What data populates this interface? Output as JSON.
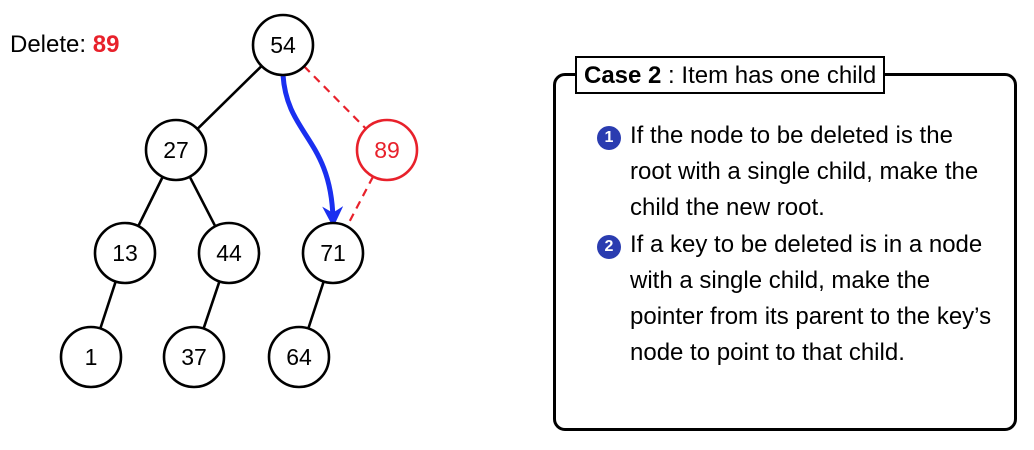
{
  "delete_label": "Delete:",
  "delete_value": "89",
  "tree": {
    "nodes": [
      {
        "id": "n54",
        "label": "54",
        "state": "normal"
      },
      {
        "id": "n27",
        "label": "27",
        "state": "normal"
      },
      {
        "id": "n89",
        "label": "89",
        "state": "deleted"
      },
      {
        "id": "n13",
        "label": "13",
        "state": "normal"
      },
      {
        "id": "n44",
        "label": "44",
        "state": "normal"
      },
      {
        "id": "n71",
        "label": "71",
        "state": "normal"
      },
      {
        "id": "n1",
        "label": "1",
        "state": "normal"
      },
      {
        "id": "n37",
        "label": "37",
        "state": "normal"
      },
      {
        "id": "n64",
        "label": "64",
        "state": "normal"
      }
    ],
    "edges": [
      {
        "from": "n54",
        "to": "n27",
        "style": "solid"
      },
      {
        "from": "n27",
        "to": "n13",
        "style": "solid"
      },
      {
        "from": "n27",
        "to": "n44",
        "style": "solid"
      },
      {
        "from": "n13",
        "to": "n1",
        "style": "solid"
      },
      {
        "from": "n44",
        "to": "n37",
        "style": "solid"
      },
      {
        "from": "n71",
        "to": "n64",
        "style": "solid"
      },
      {
        "from": "n54",
        "to": "n89",
        "style": "dashed"
      },
      {
        "from": "n89",
        "to": "n71",
        "style": "dashed"
      }
    ],
    "relink": {
      "from": "n54",
      "to": "n71"
    }
  },
  "colors": {
    "deleted": "#e8212b",
    "relink_arrow": "#1a2ff0",
    "bullet": "#2a3cb0"
  },
  "case": {
    "title_bold": "Case 2",
    "title_rest": " : Item has one child",
    "rules": [
      {
        "number": "1",
        "text": "If the node to be deleted is the root with a single child, make the child the new root."
      },
      {
        "number": "2",
        "text": "If a key to be deleted is in a node with a single child, make the pointer from its parent to the key’s node to point to that child."
      }
    ]
  }
}
